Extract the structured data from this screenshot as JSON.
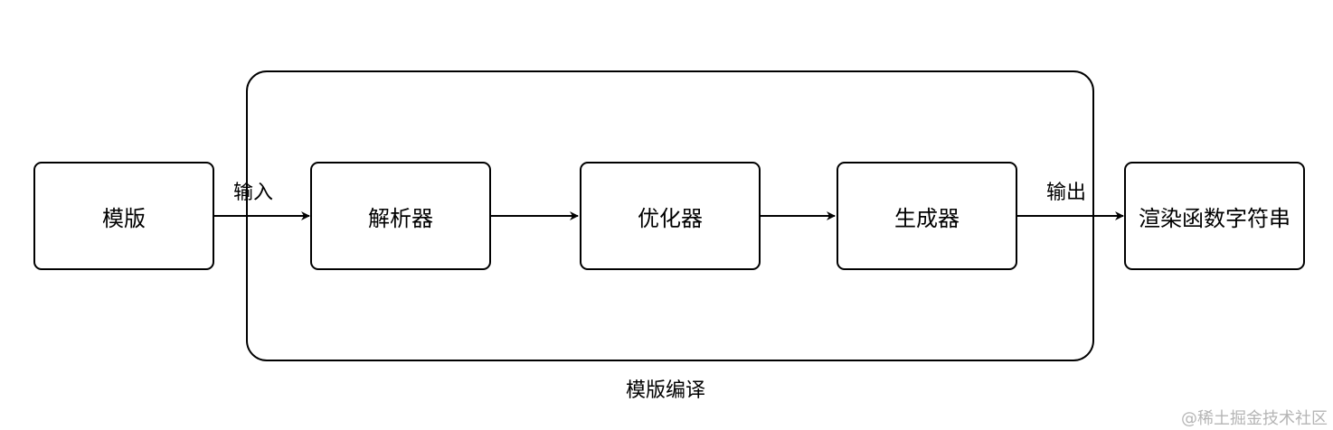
{
  "nodes": {
    "template": "模版",
    "parser": "解析器",
    "optimizer": "优化器",
    "generator": "生成器",
    "render_function_string": "渲染函数字符串"
  },
  "group": {
    "label": "模版编译"
  },
  "edges": {
    "input_label": "输入",
    "output_label": "输出"
  },
  "watermark": "@稀土掘金技术社区"
}
